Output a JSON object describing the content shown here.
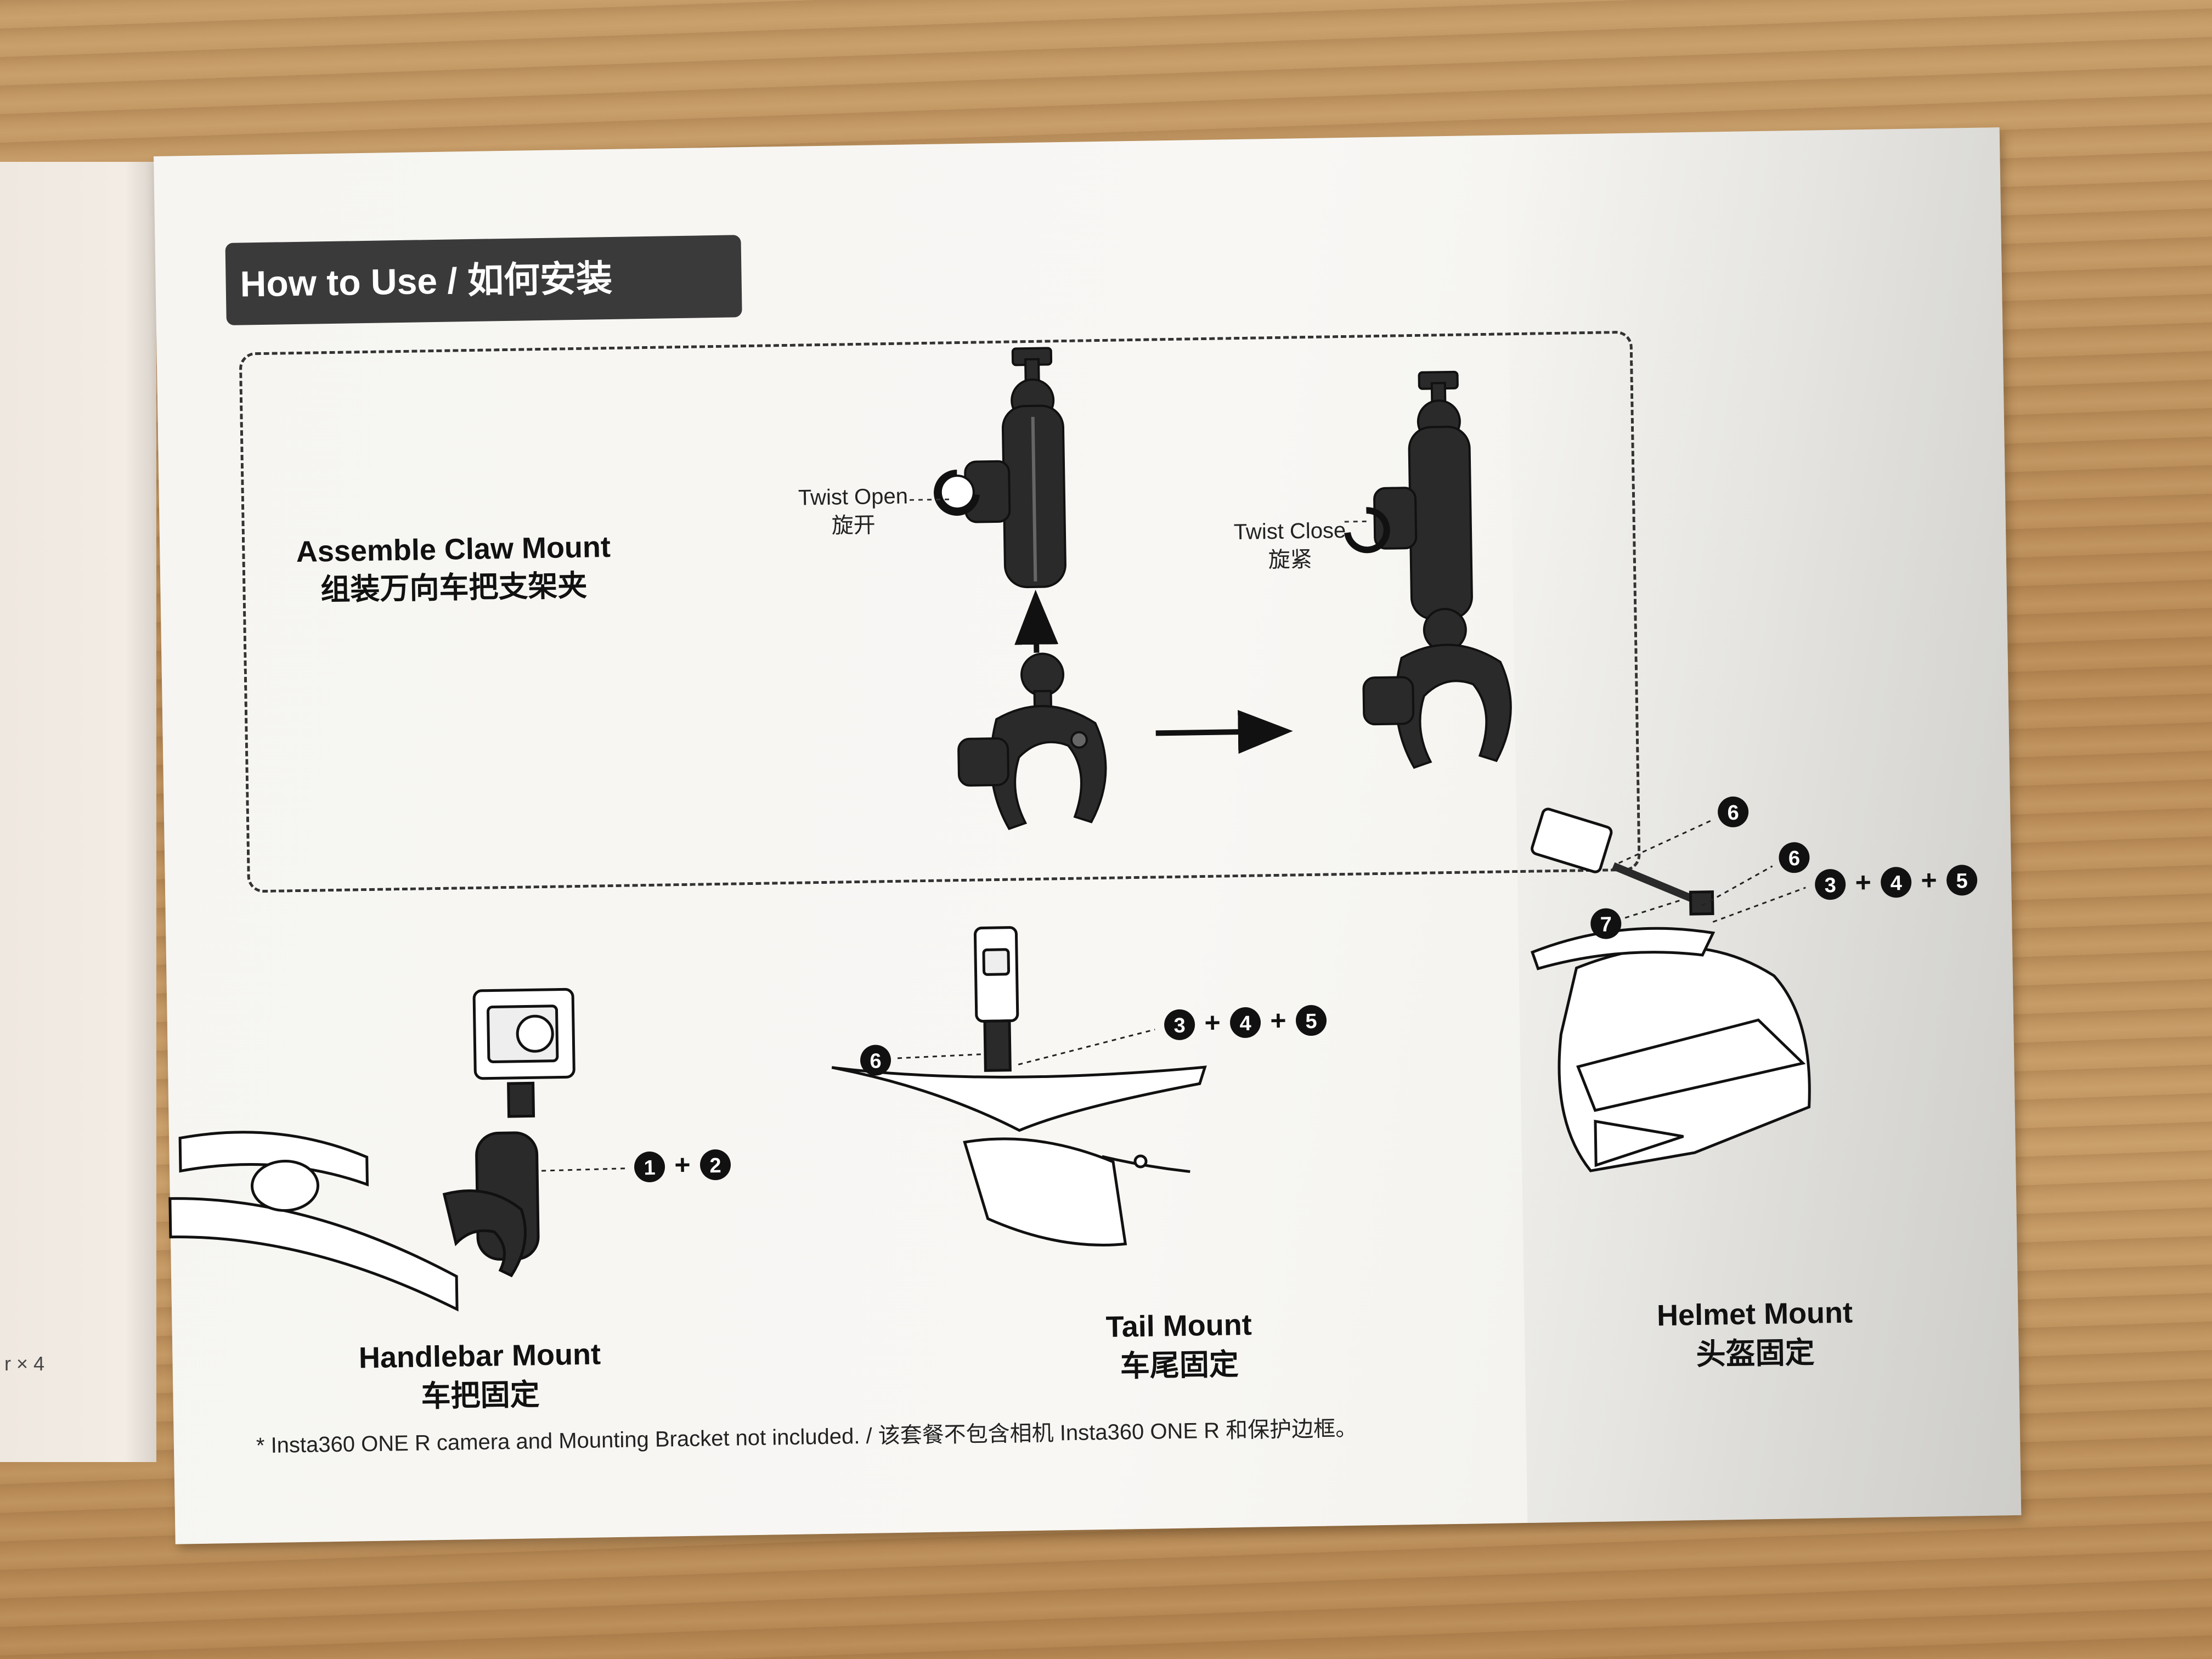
{
  "header": {
    "title": "How to Use / 如何安装"
  },
  "left_page": {
    "fragment": "r × 4"
  },
  "assemble": {
    "en": "Assemble Claw Mount",
    "zh": "组装万向车把支架夹"
  },
  "twist_open": {
    "en": "Twist Open",
    "zh": "旋开"
  },
  "twist_close": {
    "en": "Twist Close",
    "zh": "旋紧"
  },
  "handlebar": {
    "en": "Handlebar Mount",
    "zh": "车把固定",
    "callout": {
      "a": "1",
      "b": "2",
      "plus": "+"
    }
  },
  "tail": {
    "en": "Tail Mount",
    "zh": "车尾固定",
    "callout_left": "6",
    "callout_right": {
      "a": "3",
      "b": "4",
      "c": "5",
      "plus": "+"
    }
  },
  "helmet": {
    "en": "Helmet Mount",
    "zh": "头盔固定",
    "callout_top": "6",
    "callout_mid": "6",
    "callout_left": "7",
    "callout_right": {
      "a": "3",
      "b": "4",
      "c": "5",
      "plus": "+"
    }
  },
  "footnote": "* Insta360 ONE R camera and Mounting Bracket not included. / 该套餐不包含相机 Insta360 ONE R 和保护边框。",
  "colors": {
    "header_bg": "#3a3a3a",
    "paper": "#f6f5f2",
    "ink": "#111111",
    "wood": "#b9905f"
  }
}
